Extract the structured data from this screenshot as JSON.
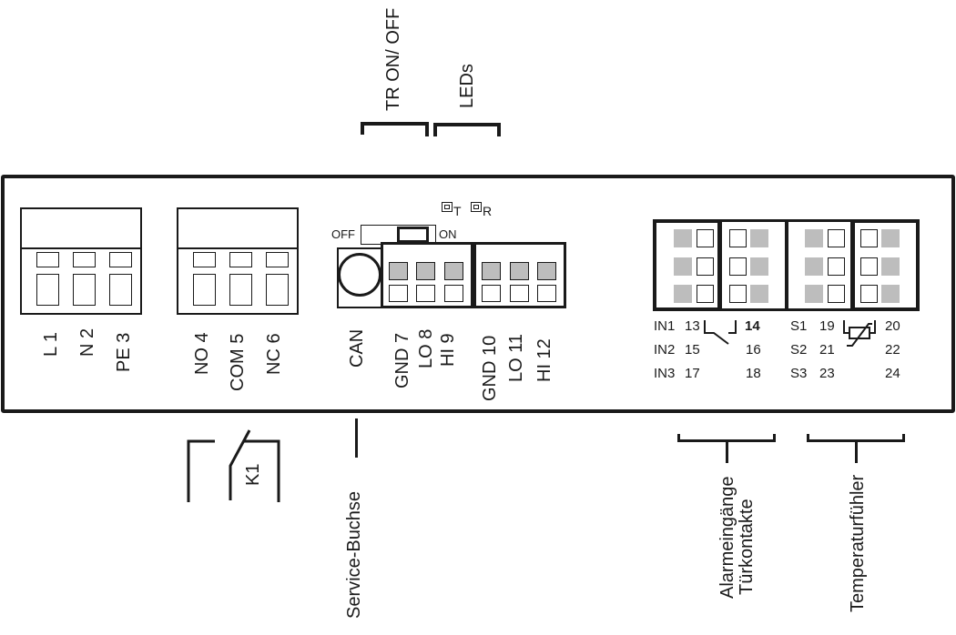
{
  "top_labels": {
    "tr_switch": "TR ON/ OFF",
    "leds": "LEDs"
  },
  "switch": {
    "off_label": "OFF",
    "on_label": "ON"
  },
  "led_indicators": [
    {
      "label": "T"
    },
    {
      "label": "R"
    }
  ],
  "terminals": {
    "power": [
      "L 1",
      "N 2",
      "PE 3"
    ],
    "relay": [
      "NO 4",
      "COM 5",
      "NC 6"
    ],
    "can_port": "CAN",
    "bus_a": [
      "GND 7",
      "LO 8",
      "HI 9"
    ],
    "bus_b": [
      "GND 10",
      "LO 11",
      "HI 12"
    ]
  },
  "alarm_inputs": {
    "rows": [
      {
        "name": "IN1",
        "pin_a": "13",
        "pin_b": "14"
      },
      {
        "name": "IN2",
        "pin_a": "15",
        "pin_b": "16"
      },
      {
        "name": "IN3",
        "pin_a": "17",
        "pin_b": "18"
      }
    ]
  },
  "sensors": {
    "rows": [
      {
        "name": "S1",
        "pin_a": "19",
        "pin_b": "20"
      },
      {
        "name": "S2",
        "pin_a": "21",
        "pin_b": "22"
      },
      {
        "name": "S3",
        "pin_a": "23",
        "pin_b": "24"
      }
    ]
  },
  "bottom_labels": {
    "relay": "K1",
    "service": "Service-Buchse",
    "alarm_line1": "Alarmeingänge",
    "alarm_line2": "Türkontakte",
    "temperature": "Temperaturfühler"
  }
}
